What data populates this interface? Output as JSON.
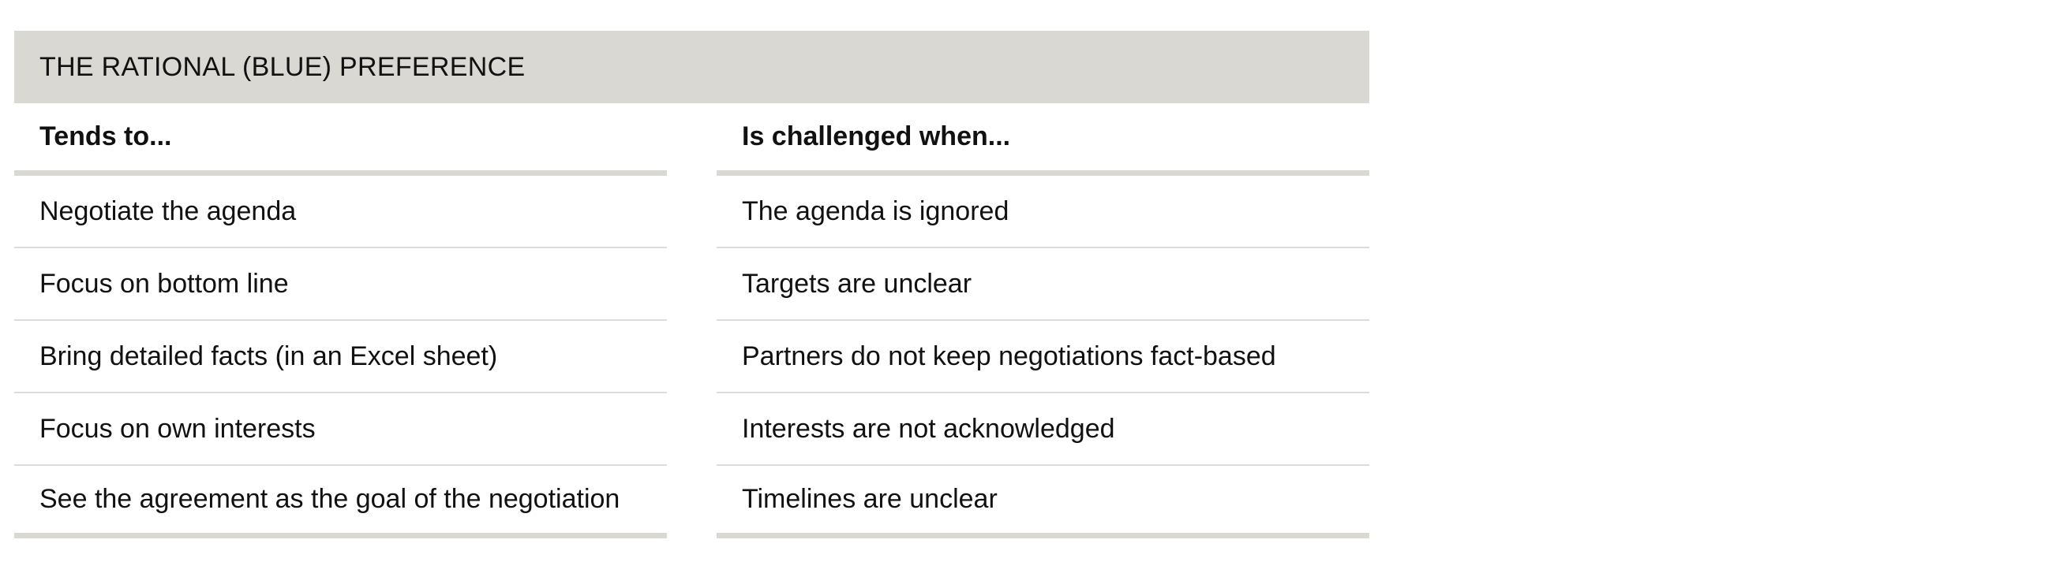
{
  "header": {
    "title": "THE RATIONAL (BLUE) PREFERENCE"
  },
  "columns": [
    {
      "heading": "Tends to...",
      "rows": [
        "Negotiate the agenda",
        "Focus on bottom line",
        "Bring detailed facts (in an Excel sheet)",
        "Focus on own interests",
        "See the agreement as the goal of the negotiation"
      ]
    },
    {
      "heading": "Is challenged when...",
      "rows": [
        "The agenda is ignored",
        "Targets are unclear",
        "Partners do not keep negotiations fact-based",
        "Interests are not acknowledged",
        "Timelines are unclear"
      ]
    }
  ],
  "colors": {
    "header_bg": "#d9d8d3",
    "divider": "#dcdcda",
    "text": "#111111"
  }
}
